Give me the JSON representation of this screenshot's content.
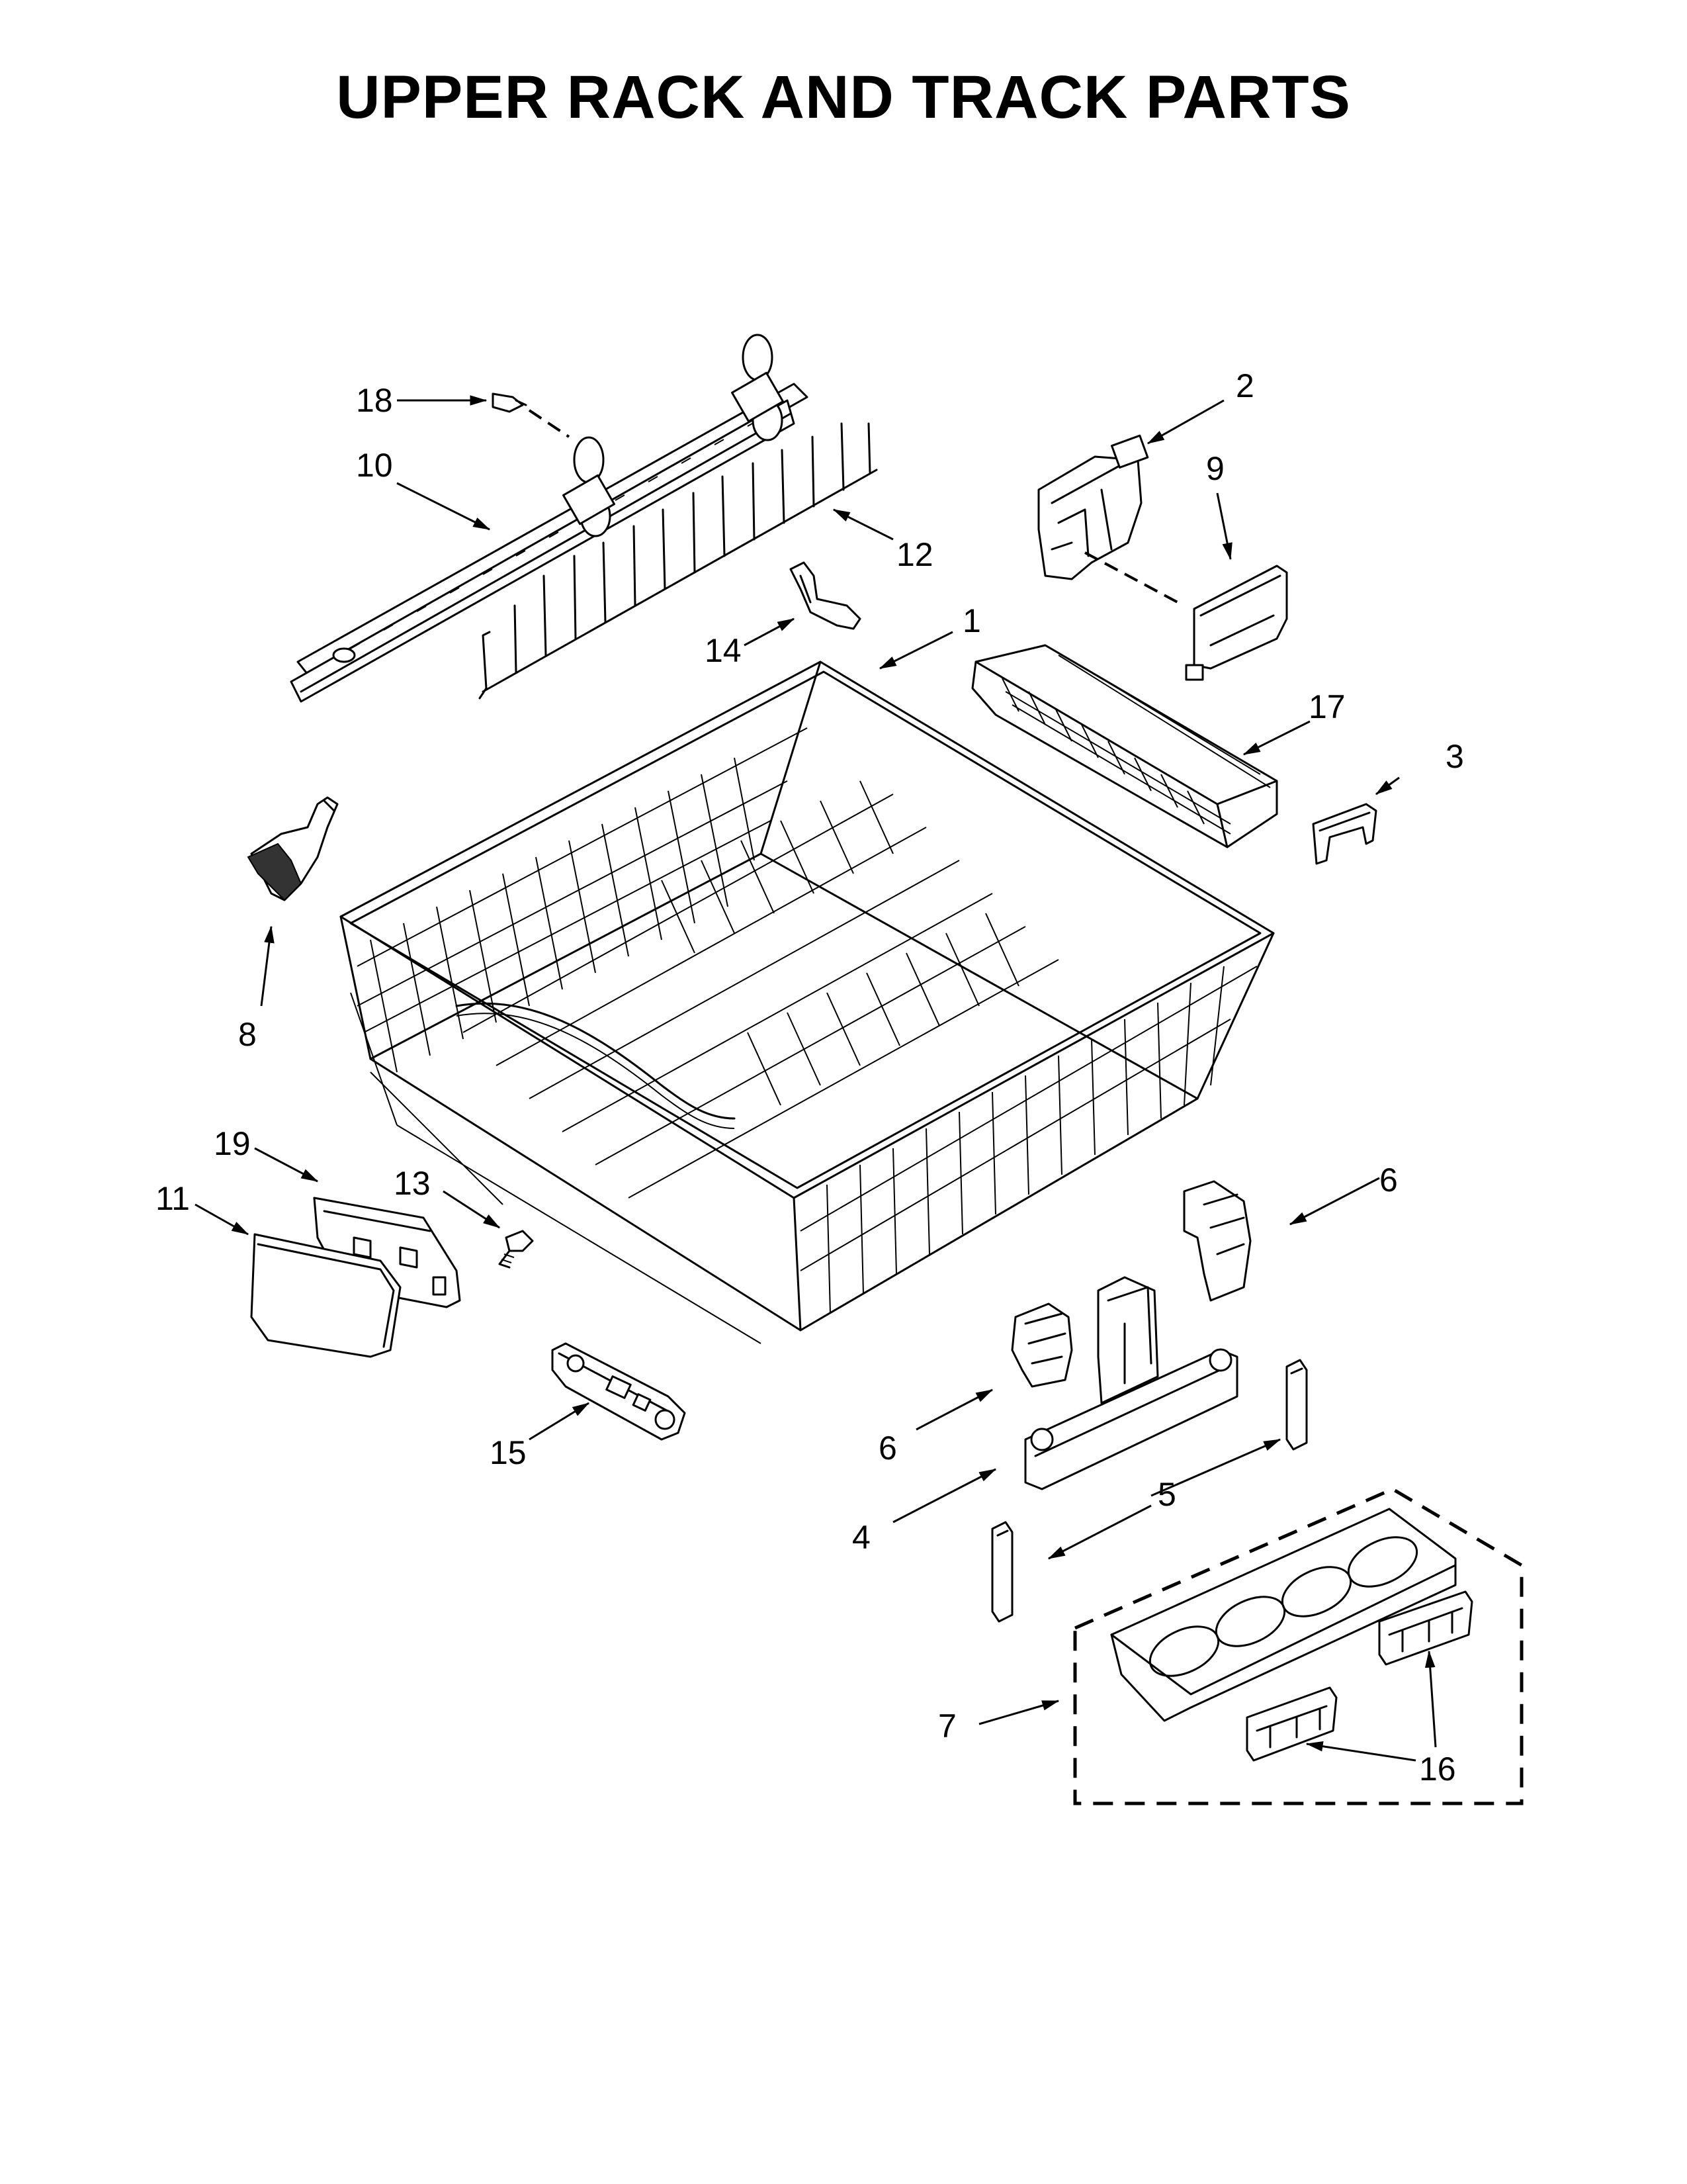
{
  "title": "UPPER RACK AND TRACK PARTS",
  "callouts": [
    {
      "id": "1",
      "label": "1"
    },
    {
      "id": "2",
      "label": "2"
    },
    {
      "id": "3",
      "label": "3"
    },
    {
      "id": "4",
      "label": "4"
    },
    {
      "id": "5",
      "label": "5"
    },
    {
      "id": "6a",
      "label": "6"
    },
    {
      "id": "6b",
      "label": "6"
    },
    {
      "id": "7",
      "label": "7"
    },
    {
      "id": "8",
      "label": "8"
    },
    {
      "id": "9",
      "label": "9"
    },
    {
      "id": "10",
      "label": "10"
    },
    {
      "id": "11",
      "label": "11"
    },
    {
      "id": "12",
      "label": "12"
    },
    {
      "id": "13",
      "label": "13"
    },
    {
      "id": "14",
      "label": "14"
    },
    {
      "id": "15",
      "label": "15"
    },
    {
      "id": "16",
      "label": "16"
    },
    {
      "id": "17",
      "label": "17"
    },
    {
      "id": "18",
      "label": "18"
    },
    {
      "id": "19",
      "label": "19"
    }
  ]
}
